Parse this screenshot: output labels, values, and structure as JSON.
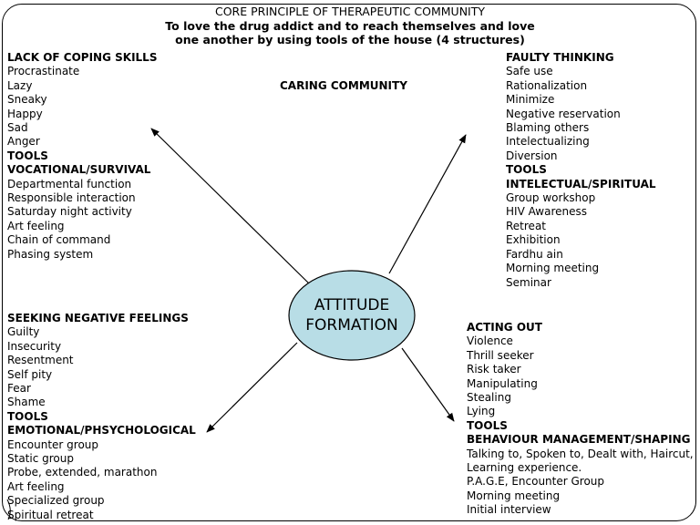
{
  "header": {
    "line1": "CORE PRINCIPLE OF THERAPEUTIC COMMUNITY",
    "line2": "To love the drug addict and to reach themselves and love",
    "line3": "one another by using tools of the house (4 structures)"
  },
  "caring_community": "CARING COMMUNITY",
  "center": {
    "line1": "ATTITUDE",
    "line2": "FORMATION",
    "fill": "#b8dde6"
  },
  "quadrants": {
    "top_left": {
      "title": "LACK OF COPING SKILLS",
      "items": [
        "Procrastinate",
        "Lazy",
        "Sneaky",
        "Happy",
        "Sad",
        "Anger"
      ],
      "tools_label": "TOOLS",
      "tools_title": "VOCATIONAL/SURVIVAL",
      "tools": [
        "Departmental function",
        "Responsible interaction",
        "Saturday night activity",
        "Art feeling",
        "Chain of command",
        "Phasing system"
      ]
    },
    "top_right": {
      "title": "FAULTY THINKING",
      "items": [
        "Safe use",
        "Rationalization",
        "Minimize",
        "Negative reservation",
        "Blaming others",
        "Intelectualizing",
        "Diversion"
      ],
      "tools_label": "TOOLS",
      "tools_title": "INTELECTUAL/SPIRITUAL",
      "tools": [
        "Group workshop",
        "HIV Awareness",
        "Retreat",
        "Exhibition",
        "Fardhu ain",
        "Morning meeting",
        "Seminar"
      ]
    },
    "bottom_left": {
      "title": "SEEKING NEGATIVE FEELINGS",
      "items": [
        "Guilty",
        "Insecurity",
        "Resentment",
        "Self pity",
        "Fear",
        "Shame"
      ],
      "tools_label": "TOOLS",
      "tools_title": "EMOTIONAL/PHSYCHOLOGICAL",
      "tools": [
        "Encounter group",
        "Static group",
        "Probe, extended, marathon",
        "Art feeling",
        "Specialized group",
        "Spiritual retreat"
      ]
    },
    "bottom_right": {
      "title": "ACTING OUT",
      "items": [
        "Violence",
        "Thrill seeker",
        "Risk taker",
        "Manipulating",
        "Stealing",
        "Lying"
      ],
      "tools_label": "TOOLS",
      "tools_title": "BEHAVIOUR MANAGEMENT/SHAPING",
      "tools": [
        "Talking to, Spoken to, Dealt with, Haircut,",
        "Learning experience.",
        "P.A.G.E, Encounter Group",
        "Morning meeting",
        "Initial interview"
      ]
    }
  }
}
